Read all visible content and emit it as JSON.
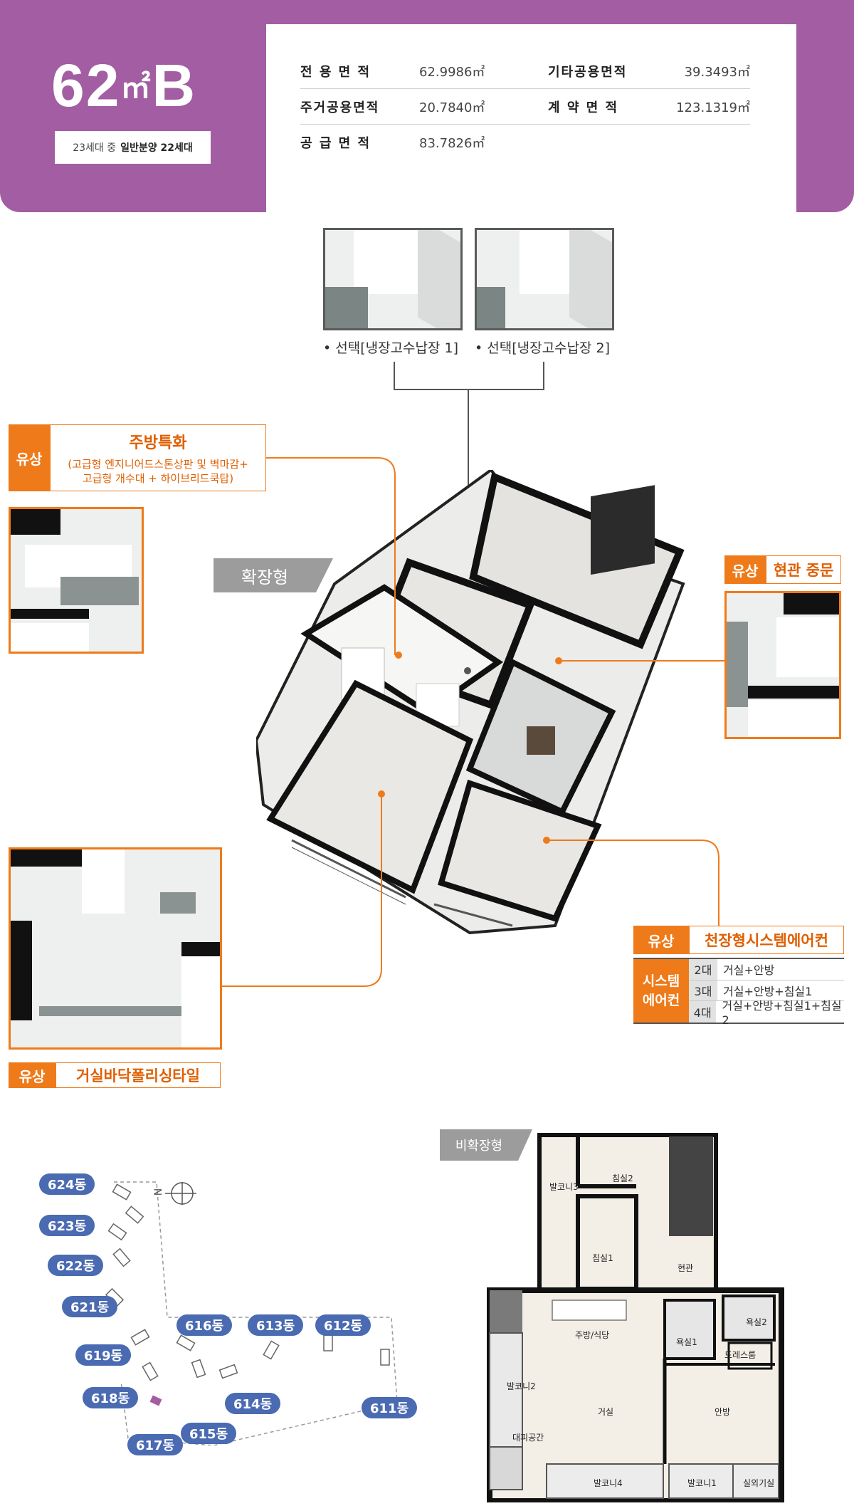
{
  "header": {
    "type_num": "62",
    "type_unit": "㎡",
    "type_letter": "B",
    "households_prefix": "23세대 중",
    "households_bold": "일반분양 22세대",
    "areas": [
      {
        "label_left": "전 용 면 적",
        "value_left": "62.9986㎡",
        "label_right": "기타공용면적",
        "value_right": "39.3493㎡"
      },
      {
        "label_left": "주거공용면적",
        "value_left": "20.7840㎡",
        "label_right": "계 약 면 적",
        "value_right": "123.1319㎡"
      },
      {
        "label_left": "공 급 면 적",
        "value_left": "83.7826㎡",
        "label_right": "",
        "value_right": ""
      }
    ]
  },
  "options": {
    "fridge_1": "• 선택[냉장고수납장 1]",
    "fridge_2": "• 선택[냉장고수납장 2]"
  },
  "callouts": {
    "kitchen": {
      "tag": "유상",
      "title": "주방특화",
      "detail_1": "(고급형 엔지니어드스톤상판 및 벽마감+",
      "detail_2": "고급형 개수대 + 하이브리드쿡탑)"
    },
    "entrance": {
      "tag": "유상",
      "title": "현관 중문"
    },
    "aircon": {
      "tag": "유상",
      "title": "천장형시스템에어컨"
    },
    "floor": {
      "tag": "유상",
      "title": "거실바닥폴리싱타일"
    },
    "extended_label": "확장형"
  },
  "aircon_table": {
    "side_label_1": "시스템",
    "side_label_2": "에어컨",
    "rows": [
      {
        "count": "2대",
        "rooms": "거실+안방"
      },
      {
        "count": "3대",
        "rooms": "거실+안방+침실1"
      },
      {
        "count": "4대",
        "rooms": "거실+안방+침실1+침실2"
      }
    ]
  },
  "site_map": {
    "buildings": [
      "624동",
      "623동",
      "622동",
      "621동",
      "619동",
      "618동",
      "617동",
      "616동",
      "615동",
      "614동",
      "613동",
      "612동",
      "611동"
    ],
    "compass": "N"
  },
  "plan": {
    "label": "비확장형",
    "rooms": [
      "발코니3",
      "침실2",
      "침실1",
      "현관",
      "주방/식당",
      "욕실2",
      "욕실1",
      "드레스룸",
      "발코니2",
      "거실",
      "안방",
      "대피공간",
      "발코니4",
      "발코니1",
      "실외기실"
    ]
  },
  "colors": {
    "header_purple": "#a35da3",
    "accent_orange": "#ef7a1a",
    "building_blue": "#4a6ab2"
  }
}
